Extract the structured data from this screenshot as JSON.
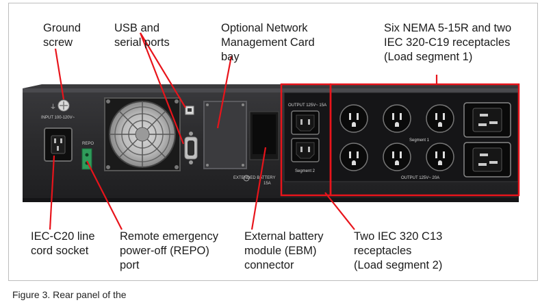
{
  "callouts": {
    "ground_screw": [
      "Ground",
      "screw"
    ],
    "usb_serial": [
      "USB and",
      "serial ports"
    ],
    "network_card": [
      "Optional Network",
      "Management Card",
      "bay"
    ],
    "nema_iec": [
      "Six NEMA 5-15R and two",
      "IEC 320-C19 receptacles",
      "(Load segment 1)"
    ],
    "iec_c20": [
      "IEC-C20 line",
      "cord socket"
    ],
    "repo": [
      "Remote emergency",
      "power-off (REPO)",
      "port"
    ],
    "ebm": [
      "External battery",
      "module (EBM)",
      "connector"
    ],
    "c13": [
      "Two IEC 320 C13",
      "receptacles",
      "(Load segment 2)"
    ]
  },
  "panel_labels": {
    "input": "INPUT 100-120V~",
    "repo": "REPO",
    "output_c13": "OUTPUT 125V~ 15A",
    "segment2": "Segment 2",
    "segment1": "Segment 1",
    "output_nema": "OUTPUT 125V~ 20A",
    "extended_battery": "EXTENDED BATTERY",
    "battery_rating": "15A"
  },
  "caption": "Figure 3. Rear panel of the",
  "colors": {
    "callout_red": "#e8141b",
    "chassis": "#2c2c2e",
    "outlet_panel": "#1a1a1c"
  }
}
